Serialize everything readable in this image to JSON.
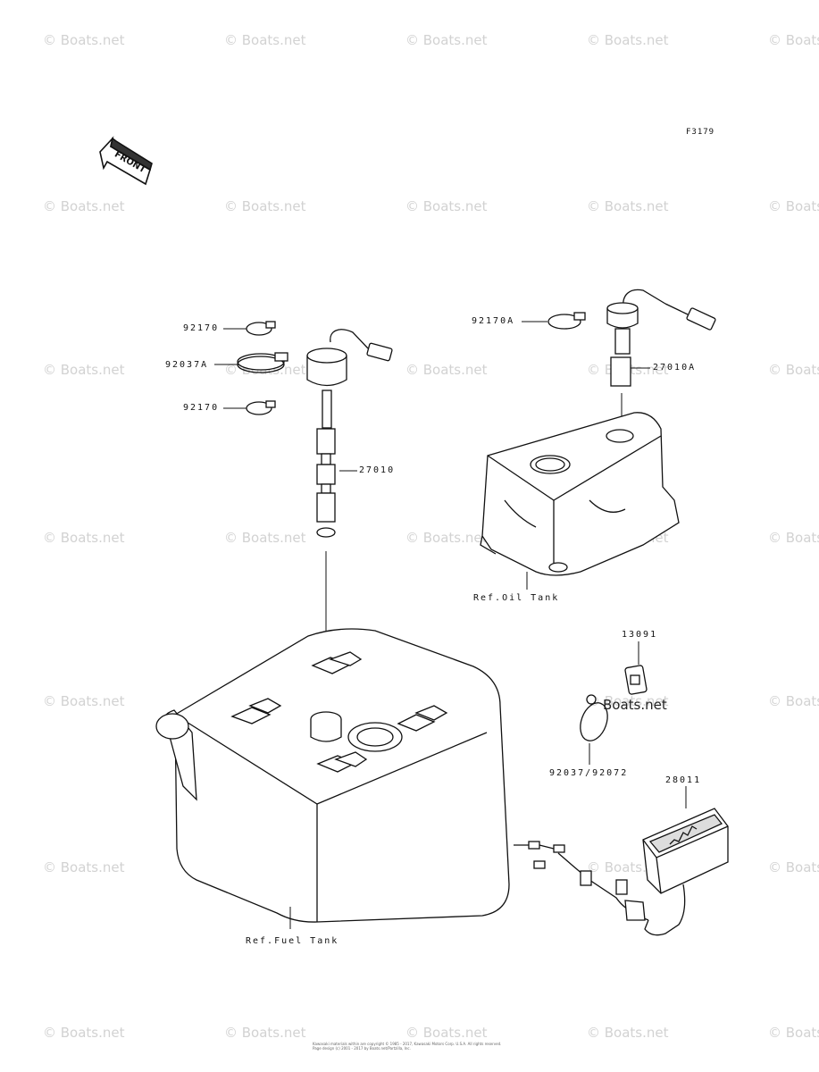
{
  "watermark": "© Boats.net",
  "figure_code": "F3179",
  "front_label": "FRONT",
  "parts": {
    "p92170_top": "92170",
    "p92037A": "92037A",
    "p92170_bottom": "92170",
    "p27010": "27010",
    "p92170A": "92170A",
    "p27010A": "27010A",
    "p13091": "13091",
    "p92037_92072": "92037/92072",
    "p28011": "28011"
  },
  "refs": {
    "oil_tank": "Ref.Oil Tank",
    "fuel_tank": "Ref.Fuel Tank"
  },
  "boats_net_label": "Boats.net",
  "copyright": {
    "line1": "Kawasaki materials within are copyright © 1985 - 2017, Kawasaki Motors Corp. U.S.A. All rights reserved.",
    "line2": "Page design (c) 2001 - 2017 by Boats.net/Partzilla, Inc."
  }
}
